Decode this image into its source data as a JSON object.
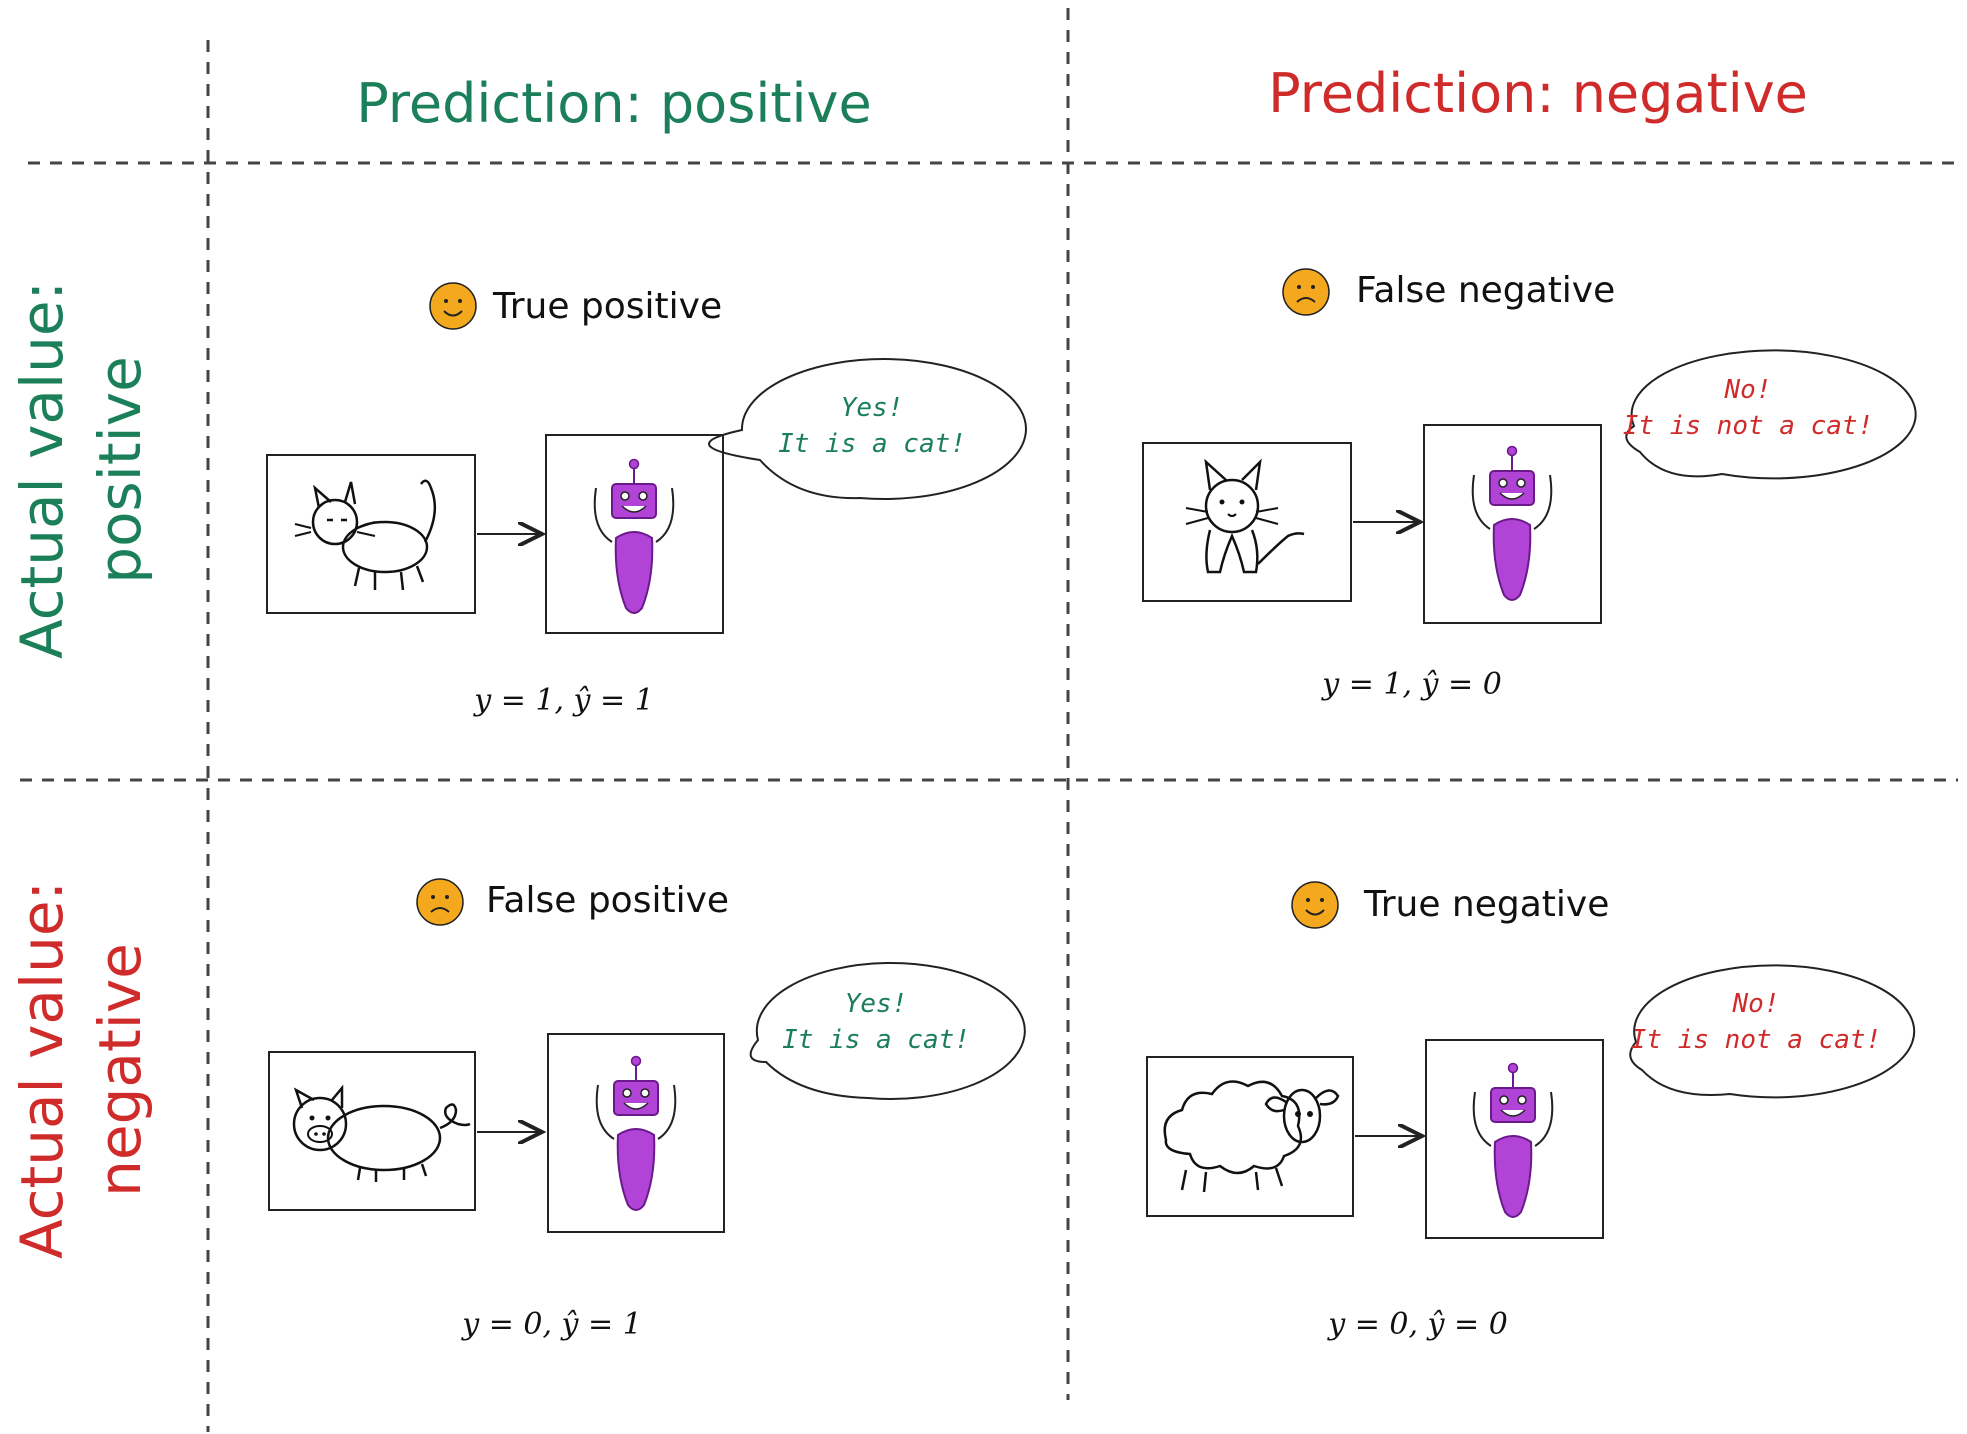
{
  "colors": {
    "positive": "#1b7f5a",
    "negative": "#d02b2b",
    "robot_body": "#b144d6",
    "robot_outline": "#6a1a8a",
    "emoji_face": "#f4a81d",
    "line": "#333333"
  },
  "headers": {
    "pred_positive": "Prediction: positive",
    "pred_negative": "Prediction: negative",
    "actual_positive_line1": "Actual value:",
    "actual_positive_line2": "positive",
    "actual_negative_line1": "Actual value:",
    "actual_negative_line2": "negative"
  },
  "cells": {
    "tp": {
      "emoji": "happy-face-icon",
      "label": "True positive",
      "image": "cat-sketch",
      "bubble_line1": "Yes!",
      "bubble_line2": "It is a cat!",
      "formula": "y = 1, ŷ = 1"
    },
    "fn": {
      "emoji": "sad-face-icon",
      "label": "False negative",
      "image": "cat-sketch",
      "bubble_line1": "No!",
      "bubble_line2": "It is not a cat!",
      "formula": "y = 1, ŷ = 0"
    },
    "fp": {
      "emoji": "sad-face-icon",
      "label": "False positive",
      "image": "pig-sketch",
      "bubble_line1": "Yes!",
      "bubble_line2": "It is a cat!",
      "formula": "y = 0, ŷ = 1"
    },
    "tn": {
      "emoji": "happy-face-icon",
      "label": "True negative",
      "image": "sheep-sketch",
      "bubble_line1": "No!",
      "bubble_line2": "It is not a cat!",
      "formula": "y = 0, ŷ = 0"
    }
  }
}
